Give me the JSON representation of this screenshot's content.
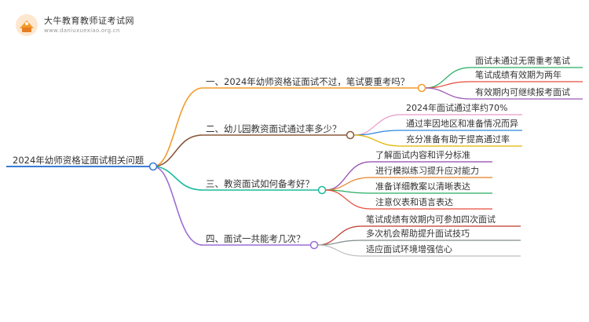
{
  "brand": {
    "name": "大牛教育教师证考试网",
    "url": "www.daniuxuexiao.org.cn"
  },
  "colors": {
    "root": "#3a7bd5",
    "branch1": "#f39c2b",
    "branch2": "#8b5a3c",
    "branch3": "#1abc9c",
    "branch4": "#9b6fd1",
    "leaf1": [
      "#27ae60",
      "#e74c3c",
      "#9b59b6"
    ],
    "leaf2": [
      "#e89ac7",
      "#2e86de",
      "#e0b400"
    ],
    "leaf3": [
      "#8e44ad",
      "#e67e22",
      "#27ae60",
      "#e74c3c"
    ],
    "leaf4": [
      "#c0392b",
      "#7f8c8d",
      "#bdbdbd"
    ]
  },
  "mindmap": {
    "root": "2024年幼师资格证面试相关问题",
    "branches": [
      {
        "label": "一、2024年幼师资格证面试不过，笔试要重考吗？",
        "children": [
          "面试未通过无需重考笔试",
          "笔试成绩有效期为两年",
          "有效期内可继续报考面试"
        ]
      },
      {
        "label": "二、幼儿园教资面试通过率多少？",
        "children": [
          "2024年面试通过率约70%",
          "通过率因地区和准备情况而异",
          "充分准备有助于提高通过率"
        ]
      },
      {
        "label": "三、教资面试如何备考好？",
        "children": [
          "了解面试内容和评分标准",
          "进行模拟练习提升应对能力",
          "准备详细教案以清晰表达",
          "注意仪表和语言表达"
        ]
      },
      {
        "label": "四、面试一共能考几次？",
        "children": [
          "笔试成绩有效期内可参加四次面试",
          "多次机会帮助提升面试技巧",
          "适应面试环境增强信心"
        ]
      }
    ]
  }
}
